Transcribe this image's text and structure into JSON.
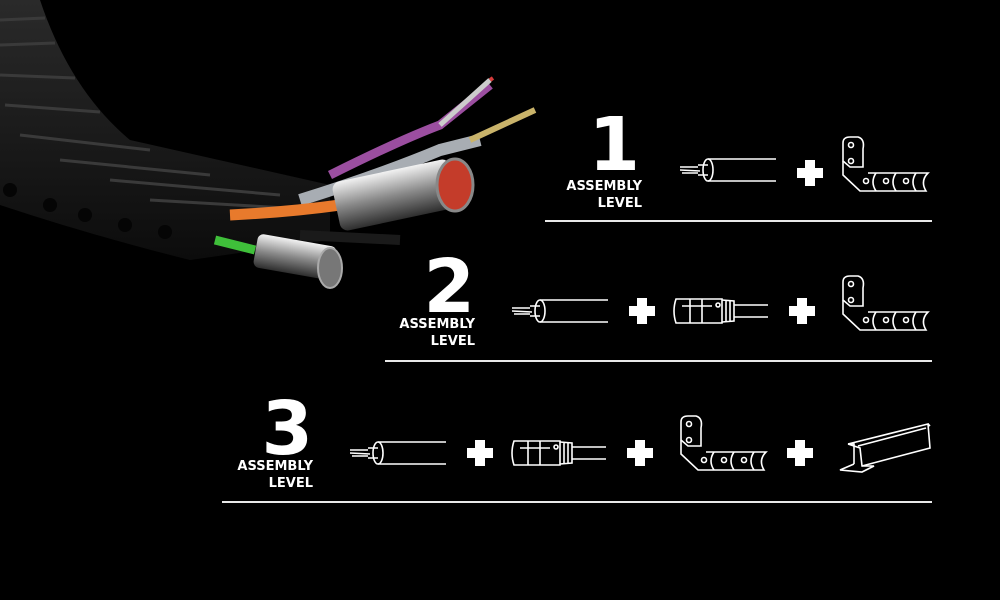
{
  "hero_image": {
    "description": "energy chain with cables and connectors",
    "cable_colors": [
      "#9b4ea0",
      "#a8adb3",
      "#e87a2c",
      "#3fbf3a",
      "#222222"
    ]
  },
  "levels": [
    {
      "number": "1",
      "label_line1": "ASSEMBLY",
      "label_line2": "LEVEL",
      "components": [
        "cable-icon",
        "plus-icon",
        "energy-chain-icon"
      ]
    },
    {
      "number": "2",
      "label_line1": "ASSEMBLY",
      "label_line2": "LEVEL",
      "components": [
        "cable-icon",
        "plus-icon",
        "connector-icon",
        "plus-icon",
        "energy-chain-icon"
      ]
    },
    {
      "number": "3",
      "label_line1": "ASSEMBLY",
      "label_line2": "LEVEL",
      "components": [
        "cable-icon",
        "plus-icon",
        "connector-icon",
        "plus-icon",
        "energy-chain-icon",
        "plus-icon",
        "guide-trough-icon"
      ]
    }
  ],
  "colors": {
    "background": "#000000",
    "foreground": "#ffffff",
    "divider": "#e8e8e8"
  }
}
